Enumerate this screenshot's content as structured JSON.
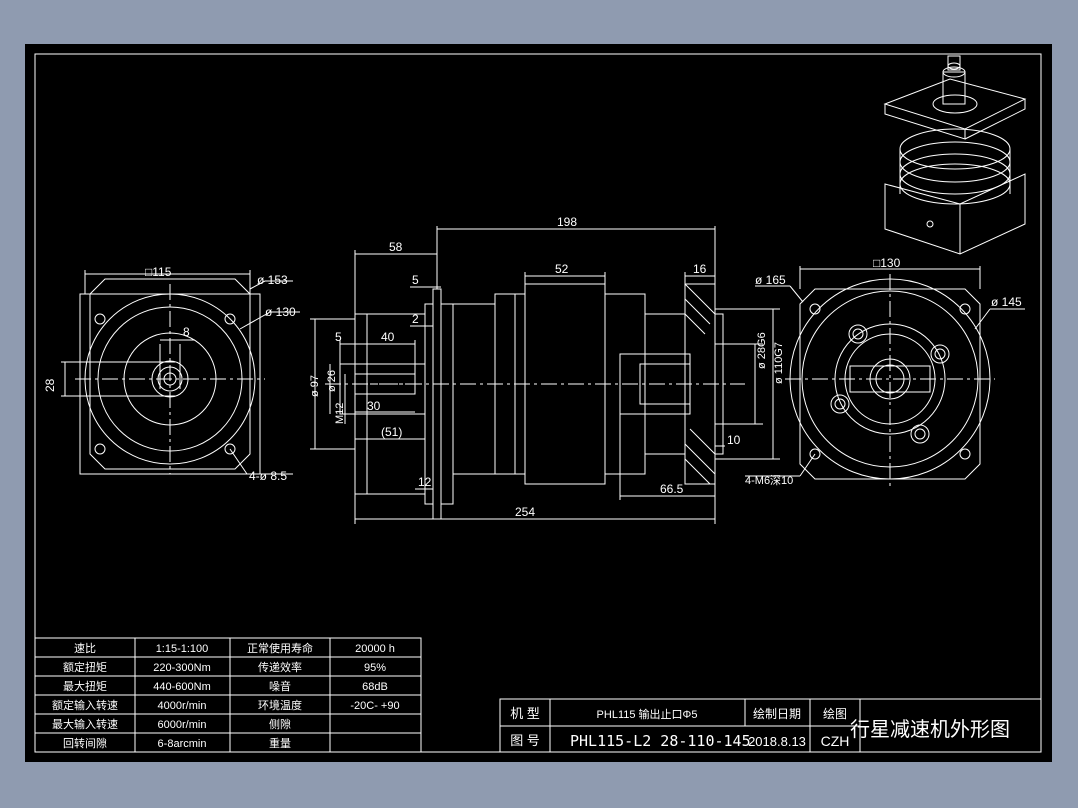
{
  "colors": {
    "background": "#8f9bb0",
    "viewport": "#000000",
    "line": "#ffffff"
  },
  "left_view": {
    "dims": [
      "□115",
      "ø 153",
      "ø 130",
      "8",
      "28",
      "4-ø 8.5"
    ]
  },
  "side_view": {
    "dims": [
      "198",
      "58",
      "52",
      "16",
      "5",
      "2",
      "5",
      "40",
      "ø 97",
      "ø 26",
      "M12",
      "30",
      "(51)",
      "12",
      "254",
      "ø 28G6",
      "ø 110G7",
      "10",
      "66.5"
    ]
  },
  "right_view": {
    "dims": [
      "□130",
      "ø 165",
      "ø 145",
      "4-M6深10"
    ]
  },
  "spec_table": {
    "rows": [
      [
        "速比",
        "1:15-1:100",
        "正常使用寿命",
        "20000 h"
      ],
      [
        "额定扭矩",
        "220-300Nm",
        "传递效率",
        "95%"
      ],
      [
        "最大扭矩",
        "440-600Nm",
        "噪音",
        "68dB"
      ],
      [
        "额定输入转速",
        "4000r/min",
        "环境温度",
        "-20C- +90"
      ],
      [
        "最大输入转速",
        "6000r/min",
        "侧隙",
        ""
      ],
      [
        "回转间隙",
        "6-8arcmin",
        "重量",
        ""
      ]
    ]
  },
  "title_block": {
    "model_label": "机 型",
    "model_value": "PHL115 输出止口Φ5",
    "drawing_no_label": "图 号",
    "drawing_no_value": "PHL115-L2 28-110-145",
    "date_label": "绘制日期",
    "date_value": "2018.8.13",
    "drawer_label": "绘图",
    "drawer_value": "CZH",
    "title": "行星减速机外形图"
  }
}
